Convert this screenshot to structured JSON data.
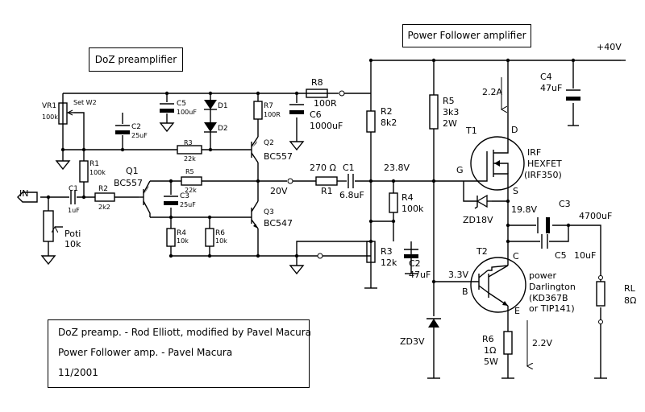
{
  "titles": {
    "preamp": "DoZ  preamplifier",
    "power": "Power Follower amplifier"
  },
  "notes": {
    "line1": "DoZ preamp. - Rod Elliott, modified by Pavel Macura",
    "line2": "Power Follower amp. - Pavel Macura",
    "line3": "11/2001"
  },
  "rails": {
    "supply": "+40V"
  },
  "io": {
    "input": "IN"
  },
  "components": {
    "poti": {
      "name": "Poti",
      "value": "10k"
    },
    "c1_in": {
      "name": "C1",
      "value": "1uF"
    },
    "r2_in": {
      "name": "R2",
      "value": "2k2"
    },
    "r1_pre": {
      "name": "R1",
      "value": "100k"
    },
    "vr1": {
      "name": "VR1",
      "value": "100k"
    },
    "set": {
      "label": "Set W2"
    },
    "c2_pre": {
      "name": "C2",
      "value": "25uF"
    },
    "c5_pre": {
      "name": "C5",
      "value": "100uF"
    },
    "d1": {
      "name": "D1"
    },
    "d2": {
      "name": "D2"
    },
    "r7": {
      "name": "R7",
      "value": "100R"
    },
    "r8": {
      "name": "R8",
      "value": "100R"
    },
    "c6": {
      "name": "C6",
      "value": "1000uF"
    },
    "r3_pre": {
      "name": "R3",
      "value": "22k"
    },
    "q2": {
      "name": "Q2",
      "type": "BC557"
    },
    "q1": {
      "name": "Q1",
      "type": "BC557"
    },
    "r5_pre": {
      "name": "R5",
      "value": "22k"
    },
    "c3_pre": {
      "name": "C3",
      "value": "25uF"
    },
    "r4_pre": {
      "name": "R4",
      "value": "10k"
    },
    "r6_pre": {
      "name": "R6",
      "value": "10k"
    },
    "q3": {
      "name": "Q3",
      "type": "BC547"
    },
    "r1_pwr": {
      "name": "R1",
      "value": "270 Ω"
    },
    "c1_pwr": {
      "name": "C1",
      "value": "6.8uF"
    },
    "r2_pwr": {
      "name": "R2",
      "value": "8k2"
    },
    "r3_pwr": {
      "name": "R3",
      "value": "12k"
    },
    "r4_pwr": {
      "name": "R4",
      "value": "100k"
    },
    "c2_pwr": {
      "name": "C2",
      "value": "47uF"
    },
    "r5_pwr": {
      "name": "R5",
      "value": "3k3",
      "power": "2W"
    },
    "zd3": {
      "name": "ZD3V"
    },
    "t1": {
      "name": "T1",
      "line1": "IRF",
      "line2": "HEXFET",
      "line3": "(IRF350)",
      "pin_d": "D",
      "pin_g": "G",
      "pin_s": "S"
    },
    "zd18": {
      "name": "ZD18V"
    },
    "c4": {
      "name": "C4",
      "value": "47uF"
    },
    "t2": {
      "name": "T2",
      "line1": "power",
      "line2": "Darlington",
      "line3": "(KD367B",
      "line4": "or TIP141)",
      "pin_b": "B",
      "pin_c": "C",
      "pin_e": "E"
    },
    "c3_pwr": {
      "name": "C3",
      "value": "4700uF"
    },
    "c5_pwr": {
      "name": "C5",
      "value": "10uF"
    },
    "r6_pwr": {
      "name": "R6",
      "value": "1Ω",
      "power": "5W"
    },
    "rl": {
      "name": "RL",
      "value": "8Ω"
    }
  },
  "readings": {
    "v_preamp_out": "20V",
    "v_gate_bias": "23.8V",
    "v_source": "19.8V",
    "v_base": "3.3V",
    "v_emitter": "2.2V",
    "i_drain": "2.2A"
  }
}
